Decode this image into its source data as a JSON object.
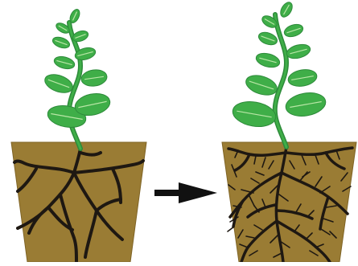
{
  "diagram": {
    "panels": [
      {
        "id": "before",
        "subject": "plant-in-pot",
        "root_system": "sparse"
      },
      {
        "id": "after",
        "subject": "plant-in-pot",
        "root_system": "dense"
      }
    ],
    "connector": {
      "icon": "arrow-right-icon",
      "from": "before",
      "to": "after"
    },
    "colors": {
      "soil": "#9a7c34",
      "soil_edge": "#7f6426",
      "root": "#1e1812",
      "leaf": "#3fae48",
      "leaf_vein": "#b9e6a6",
      "stem_edge": "#2d8a3a",
      "arrow": "#111111",
      "background": "#ffffff"
    }
  }
}
